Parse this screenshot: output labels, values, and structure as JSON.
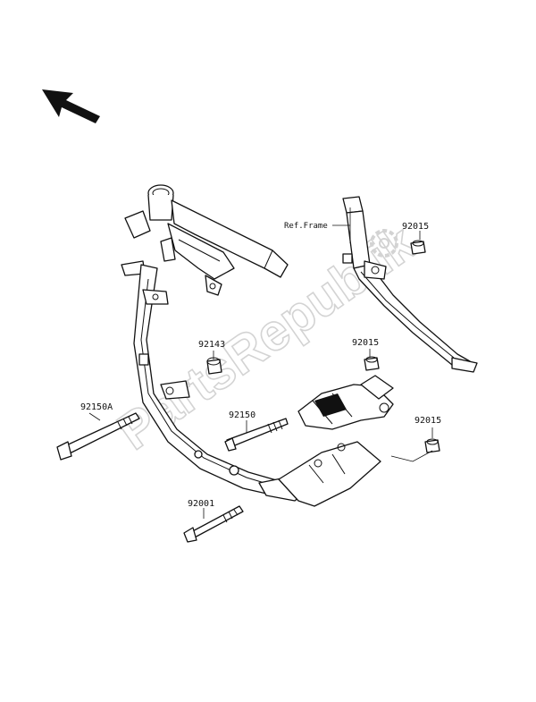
{
  "watermark": "PartsRepublik",
  "frame_reference": "Ref.Frame",
  "parts": {
    "p92015_a": "92015",
    "p92015_b": "92015",
    "p92015_c": "92015",
    "p92143": "92143",
    "p92150": "92150",
    "p92150A": "92150A",
    "p92001": "92001"
  },
  "icons": {
    "direction": "front-direction-arrow-icon",
    "watermark_gear": "gear-watermark-icon"
  }
}
